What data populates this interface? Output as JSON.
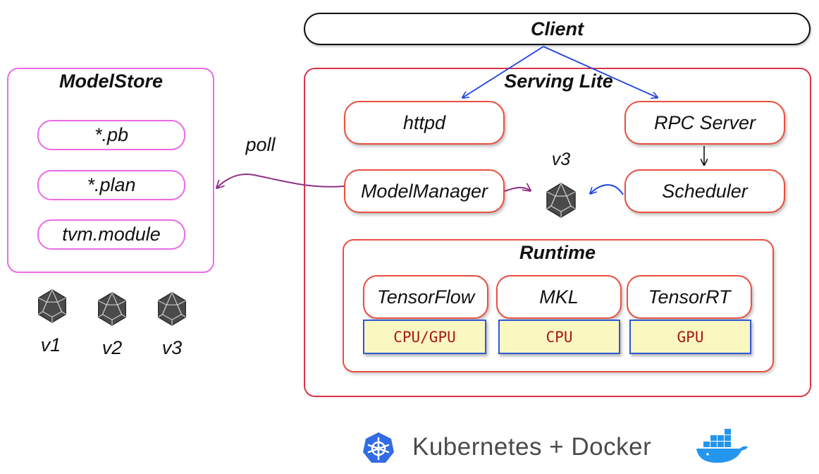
{
  "client": {
    "label": "Client"
  },
  "serving_lite": {
    "title": "Serving Lite"
  },
  "components": {
    "httpd": "httpd",
    "rpc_server": "RPC Server",
    "model_manager": "ModelManager",
    "scheduler": "Scheduler"
  },
  "runtime": {
    "title": "Runtime",
    "engines": [
      {
        "name": "TensorFlow",
        "hardware": "CPU/GPU"
      },
      {
        "name": "MKL",
        "hardware": "CPU"
      },
      {
        "name": "TensorRT",
        "hardware": "GPU"
      }
    ]
  },
  "active_model": {
    "version": "v3",
    "icon": "model-icon"
  },
  "model_store": {
    "title": "ModelStore",
    "formats": [
      "*.pb",
      "*.plan",
      "tvm.module"
    ],
    "versions": [
      "v1",
      "v2",
      "v3"
    ]
  },
  "edges": {
    "poll_label": "poll"
  },
  "footer": {
    "label": "Kubernetes + Docker",
    "left_icon": "kubernetes-icon",
    "right_icon": "docker-icon"
  },
  "colors": {
    "serving_border": "#d9334a",
    "component_border": "#e8503f",
    "store_border": "#ea6be6",
    "hardware_fill": "#fbf7c1",
    "hardware_border": "#2d5ad6",
    "hardware_text": "#a8171a",
    "arrow_blue": "#1f43e0",
    "arrow_purple": "#8e2f86"
  }
}
